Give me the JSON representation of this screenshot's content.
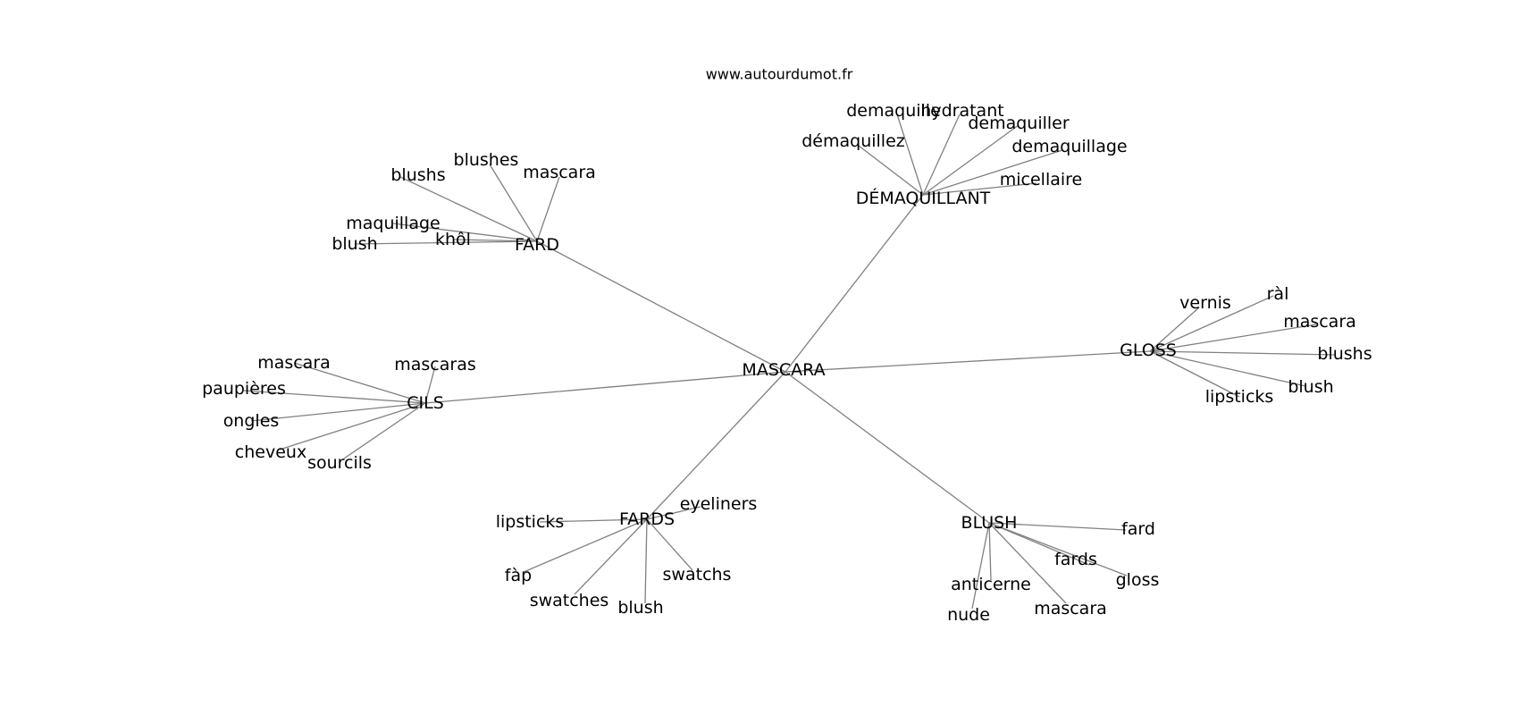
{
  "header": {
    "site": "www.autourdumot.fr"
  },
  "graph": {
    "center": "MASCARA",
    "hubs": [
      {
        "label": "FARD",
        "leaves": [
          "blushs",
          "blushes",
          "mascara",
          "maquillage",
          "khôl",
          "blush"
        ]
      },
      {
        "label": "DÉMAQUILLANT",
        "leaves": [
          "demaquille",
          "hydratant",
          "demaquiller",
          "démaquillez",
          "demaquillage",
          "micellaire"
        ]
      },
      {
        "label": "GLOSS",
        "leaves": [
          "vernis",
          "ràl",
          "mascara",
          "blushs",
          "blush",
          "lipsticks"
        ]
      },
      {
        "label": "CILS",
        "leaves": [
          "mascara",
          "mascaras",
          "paupières",
          "ongles",
          "cheveux",
          "sourcils"
        ]
      },
      {
        "label": "FARDS",
        "leaves": [
          "eyeliners",
          "lipsticks",
          "fàp",
          "swatchs",
          "swatches",
          "blush"
        ]
      },
      {
        "label": "BLUSH",
        "leaves": [
          "fard",
          "fards",
          "gloss",
          "anticerne",
          "nude",
          "mascara"
        ]
      }
    ]
  },
  "colors": {
    "edge": "#808080",
    "text": "#000000",
    "background": "#ffffff"
  }
}
